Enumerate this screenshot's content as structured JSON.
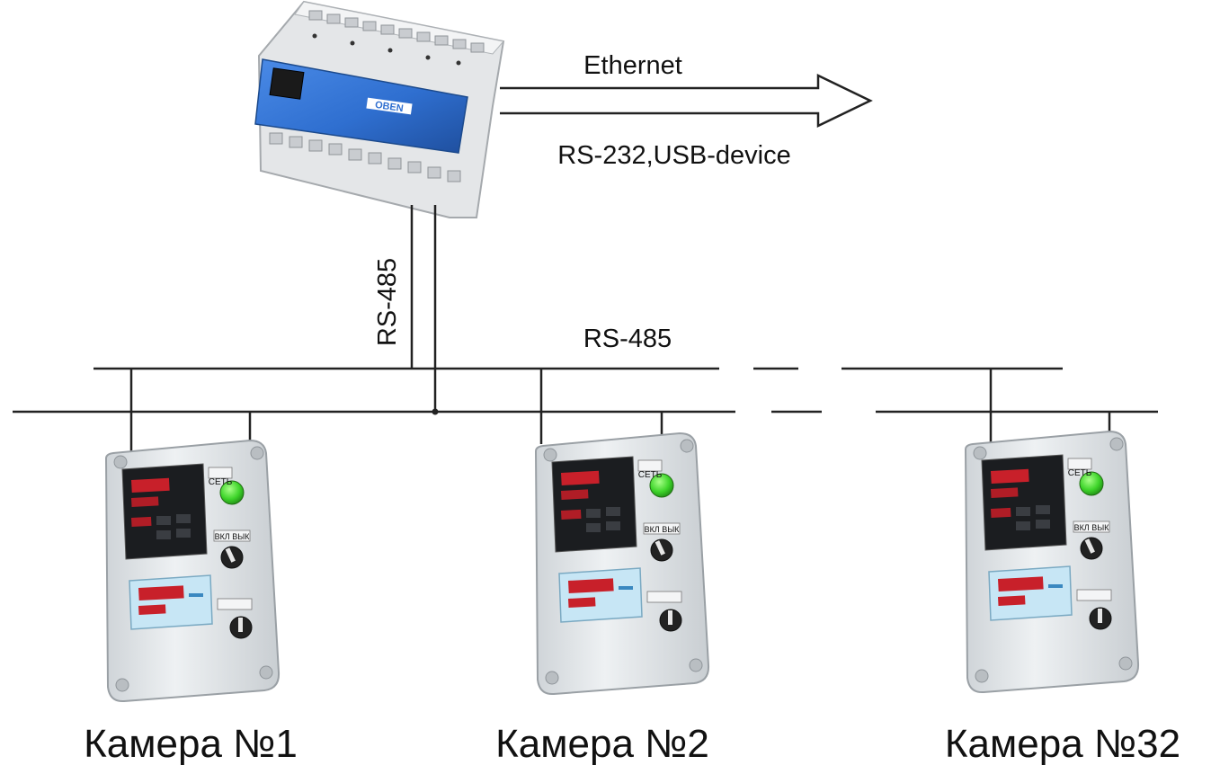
{
  "links": {
    "ethernet": "Ethernet",
    "serial_usb": "RS-232,USB-device",
    "rs485_vertical": "RS-485",
    "rs485_bus": "RS-485"
  },
  "controller": {
    "brand": "OBEN"
  },
  "cabinets": [
    {
      "caption": "Камера №1",
      "power_label": "СЕТЬ",
      "switch_label": "ВКЛ ВЫК"
    },
    {
      "caption": "Камера №2",
      "power_label": "СЕТЬ",
      "switch_label": "ВКЛ ВЫК"
    },
    {
      "caption": "Камера №32",
      "power_label": "СЕТЬ",
      "switch_label": "ВКЛ ВЫК"
    }
  ],
  "colors": {
    "controller_blue": "#2f6fd0",
    "cabinet_body": "#dfe3e6",
    "power_lamp": "#3fd52b",
    "display_red": "#c8202a",
    "panel_black": "#1b1d20",
    "lcd_blue": "#c7e6f5"
  }
}
